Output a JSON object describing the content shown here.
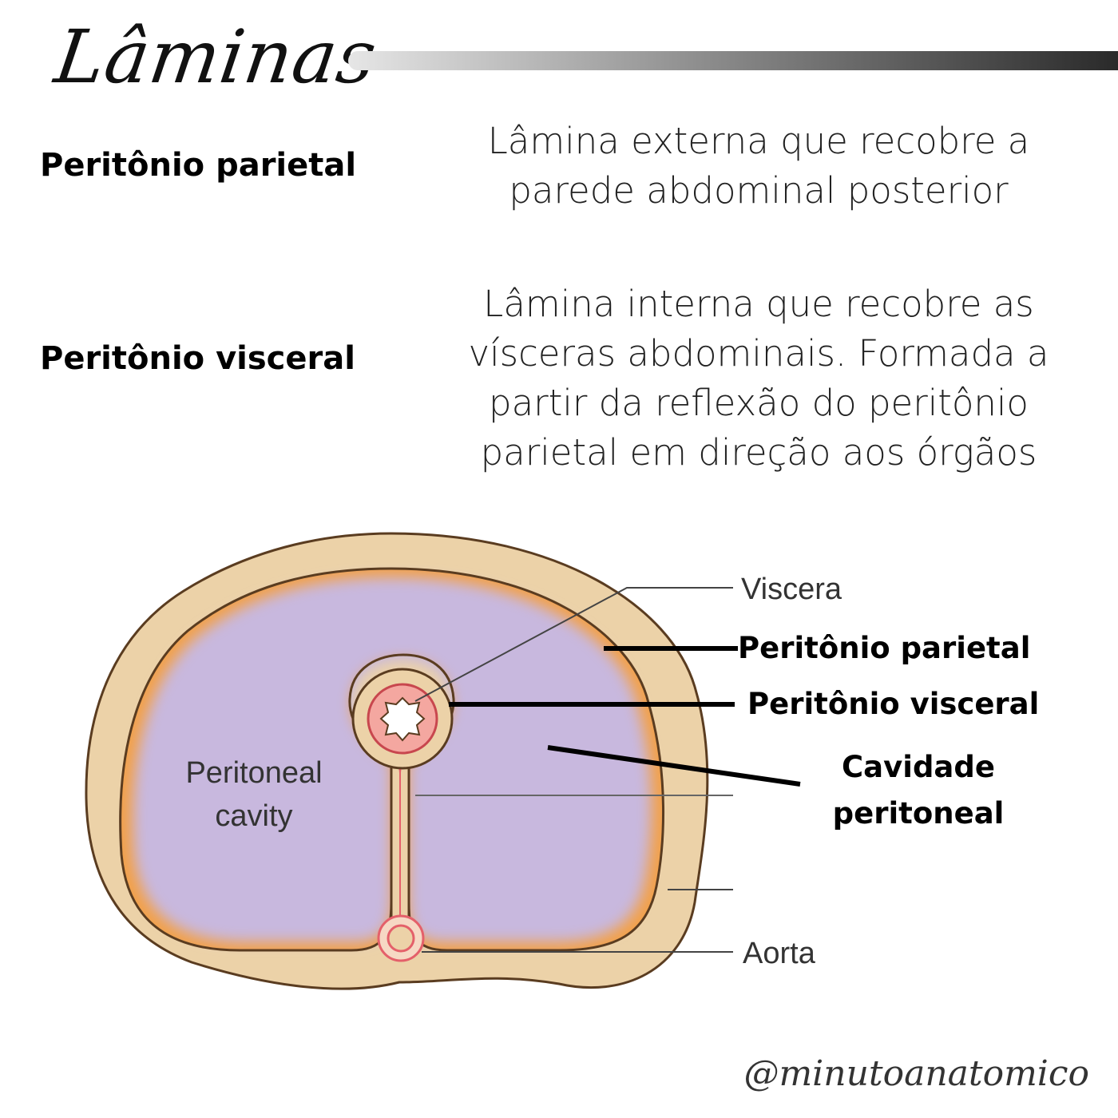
{
  "header": {
    "title": "Lâminas"
  },
  "definitions": [
    {
      "term": "Peritônio parietal",
      "description_lines": [
        "Lâmina externa que recobre a",
        "parede abdominal posterior"
      ]
    },
    {
      "term": "Peritônio visceral",
      "description_lines": [
        "Lâmina interna que recobre as",
        "vísceras abdominais. Formada a",
        "partir da reflexão do peritônio",
        "parietal em direção aos órgãos"
      ]
    }
  ],
  "diagram": {
    "labels": {
      "viscera": "Viscera",
      "aorta": "Aorta",
      "cavity_line1": "Peritoneal",
      "cavity_line2": "cavity",
      "parietal": "Peritônio parietal",
      "visceral": "Peritônio visceral",
      "cavidade_line1": "Cavidade",
      "cavidade_line2": "peritoneal"
    },
    "colors": {
      "wall": "#ecd2a8",
      "cavity": "#c8b8de",
      "peritoneum": "#f2a14a",
      "outline": "#5a3c20",
      "vessel": "#e4606a"
    }
  },
  "footer": {
    "handle": "@minutoanatomico"
  }
}
